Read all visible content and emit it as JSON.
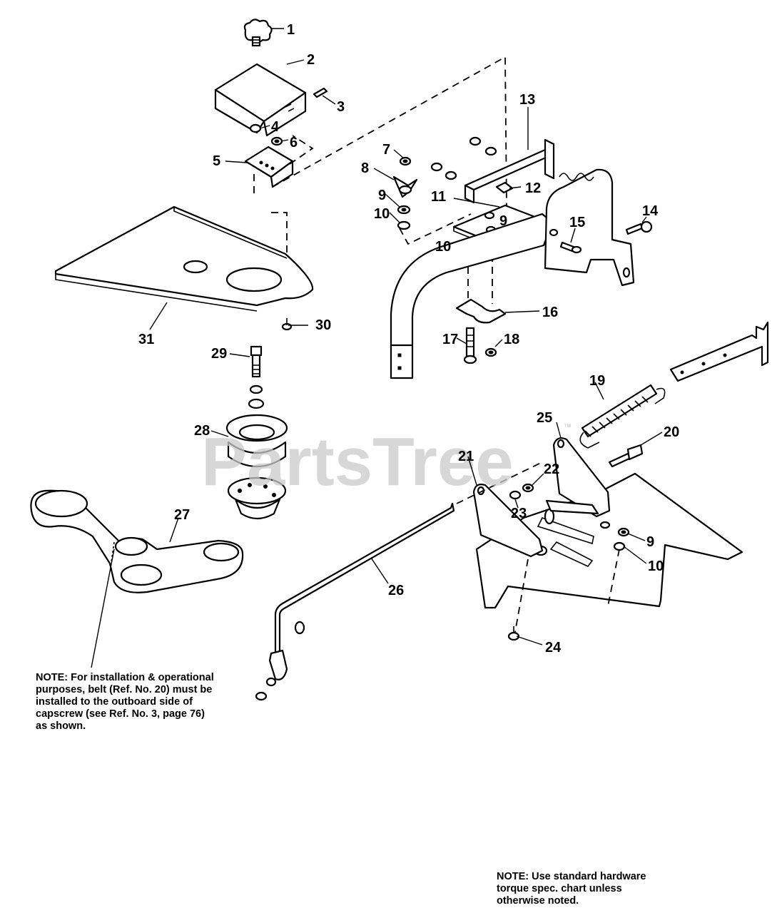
{
  "watermark": {
    "text": "PartsTree",
    "trademark": "™",
    "color": "#c9c9c9"
  },
  "callouts": [
    "1",
    "2",
    "3",
    "4",
    "5",
    "6",
    "7",
    "8",
    "9",
    "10",
    "11",
    "12",
    "13",
    "14",
    "15",
    "16",
    "17",
    "18",
    "19",
    "20",
    "21",
    "22",
    "23",
    "24",
    "25",
    "26",
    "27",
    "28",
    "29",
    "30",
    "31",
    "9",
    "10",
    "9",
    "10"
  ],
  "notes": {
    "belt": "NOTE: For installation & operational\npurposes, belt (Ref. No. 20) must be\ninstalled to the outboard side of\ncapscrew (see Ref. No. 3, page 76)\nas shown.",
    "hardware": "NOTE: Use standard hardware\ntorque spec. chart unless\notherwise noted."
  }
}
